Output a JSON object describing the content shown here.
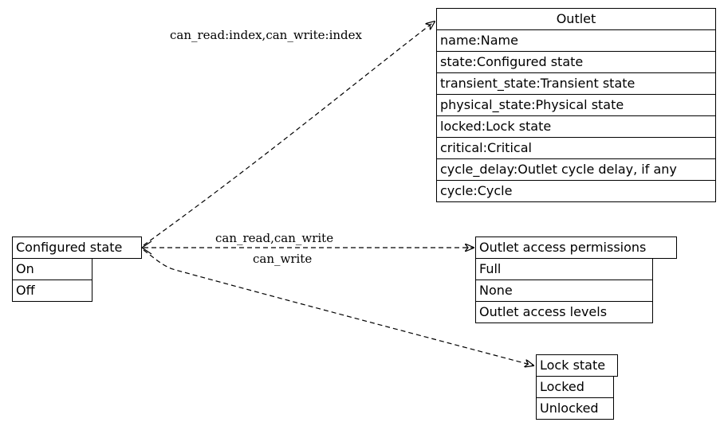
{
  "nodes": {
    "outlet": {
      "title": "Outlet",
      "fields": [
        "name:Name",
        "state:Configured state",
        "transient_state:Transient state",
        "physical_state:Physical state",
        "locked:Lock state",
        "critical:Critical",
        "cycle_delay:Outlet cycle delay, if any",
        "cycle:Cycle"
      ]
    },
    "configured_state": {
      "title": "Configured state",
      "values": [
        "On",
        "Off"
      ]
    },
    "outlet_access_permissions": {
      "title": "Outlet access permissions",
      "values": [
        "Full",
        "None",
        "Outlet access levels"
      ]
    },
    "lock_state": {
      "title": "Lock state",
      "values": [
        "Locked",
        "Unlocked"
      ]
    }
  },
  "edges": [
    {
      "from": "configured_state",
      "to": "outlet",
      "label": "can_read:index,can_write:index"
    },
    {
      "from": "configured_state",
      "to": "outlet_access_permissions",
      "label": "can_read,can_write"
    },
    {
      "from": "configured_state",
      "to": "lock_state",
      "label": "can_write"
    }
  ]
}
